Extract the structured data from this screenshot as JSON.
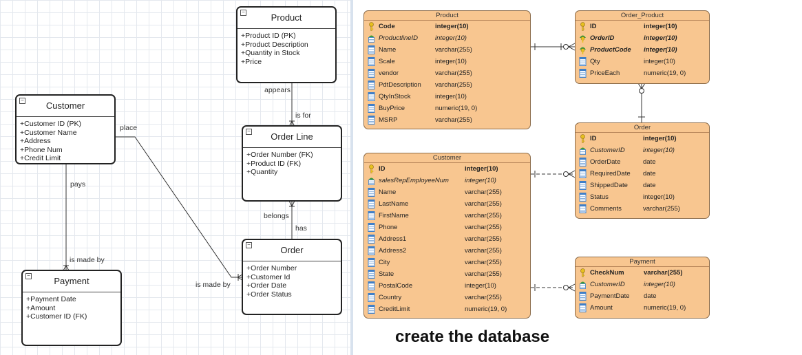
{
  "conceptual": {
    "entities": {
      "product": {
        "title": "Product",
        "attributes": [
          "+Product ID (PK)",
          "+Product Description",
          "+Quantity in Stock",
          "+Price"
        ]
      },
      "customer": {
        "title": "Customer",
        "attributes": [
          "+Customer ID (PK)",
          "+Customer Name",
          "+Address",
          "+Phone Num",
          "+Credit Limit"
        ]
      },
      "order_line": {
        "title": "Order Line",
        "attributes": [
          "+Order Number (FK)",
          "+Product ID (FK)",
          "+Quantity"
        ]
      },
      "order": {
        "title": "Order",
        "attributes": [
          "+Order Number",
          "+Customer Id",
          "+Order Date",
          "+Order Status"
        ]
      },
      "payment": {
        "title": "Payment",
        "attributes": [
          "+Payment Date",
          "+Amount",
          "+Customer ID (FK)"
        ]
      }
    },
    "labels": {
      "appears": "appears",
      "is_for": "is for",
      "place": "place",
      "pays": "pays",
      "belongs": "belongs",
      "has": "has",
      "is_made_by_payment": "is made by",
      "is_made_by_order": "is made by"
    }
  },
  "physical": {
    "entities": [
      {
        "key": "product",
        "title": "Product",
        "columns": [
          {
            "name": "Code",
            "type": "integer(10)",
            "kind": "pk"
          },
          {
            "name": "ProductlineID",
            "type": "integer(10)",
            "kind": "fk"
          },
          {
            "name": "Name",
            "type": "varchar(255)",
            "kind": "col"
          },
          {
            "name": "Scale",
            "type": "integer(10)",
            "kind": "col"
          },
          {
            "name": "vendor",
            "type": "varchar(255)",
            "kind": "col"
          },
          {
            "name": "PdtDescription",
            "type": "varchar(255)",
            "kind": "col"
          },
          {
            "name": "QtyInStock",
            "type": "integer(10)",
            "kind": "col"
          },
          {
            "name": "BuyPrice",
            "type": "numeric(19, 0)",
            "kind": "col"
          },
          {
            "name": "MSRP",
            "type": "varchar(255)",
            "kind": "col"
          }
        ]
      },
      {
        "key": "order_product",
        "title": "Order_Product",
        "columns": [
          {
            "name": "ID",
            "type": "integer(10)",
            "kind": "pk"
          },
          {
            "name": "OrderID",
            "type": "integer(10)",
            "kind": "pkfk"
          },
          {
            "name": "ProductCode",
            "type": "integer(10)",
            "kind": "pkfk"
          },
          {
            "name": "Qty",
            "type": "integer(10)",
            "kind": "col"
          },
          {
            "name": "PriceEach",
            "type": "numeric(19, 0)",
            "kind": "col"
          }
        ]
      },
      {
        "key": "order",
        "title": "Order",
        "columns": [
          {
            "name": "ID",
            "type": "integer(10)",
            "kind": "pk"
          },
          {
            "name": "CustomerID",
            "type": "integer(10)",
            "kind": "fk"
          },
          {
            "name": "OrderDate",
            "type": "date",
            "kind": "col"
          },
          {
            "name": "RequiredDate",
            "type": "date",
            "kind": "col"
          },
          {
            "name": "ShippedDate",
            "type": "date",
            "kind": "col"
          },
          {
            "name": "Status",
            "type": "integer(10)",
            "kind": "col"
          },
          {
            "name": "Comments",
            "type": "varchar(255)",
            "kind": "col"
          }
        ]
      },
      {
        "key": "customer",
        "title": "Customer",
        "columns": [
          {
            "name": "ID",
            "type": "integer(10)",
            "kind": "pk"
          },
          {
            "name": "salesRepEmployeeNum",
            "type": "integer(10)",
            "kind": "fk"
          },
          {
            "name": "Name",
            "type": "varchar(255)",
            "kind": "col"
          },
          {
            "name": "LastName",
            "type": "varchar(255)",
            "kind": "col"
          },
          {
            "name": "FirstName",
            "type": "varchar(255)",
            "kind": "col"
          },
          {
            "name": "Phone",
            "type": "varchar(255)",
            "kind": "col"
          },
          {
            "name": "Address1",
            "type": "varchar(255)",
            "kind": "col"
          },
          {
            "name": "Address2",
            "type": "varchar(255)",
            "kind": "col"
          },
          {
            "name": "City",
            "type": "varchar(255)",
            "kind": "col"
          },
          {
            "name": "State",
            "type": "varchar(255)",
            "kind": "col"
          },
          {
            "name": "PostalCode",
            "type": "integer(10)",
            "kind": "col"
          },
          {
            "name": "Country",
            "type": "varchar(255)",
            "kind": "col"
          },
          {
            "name": "CreditLimit",
            "type": "numeric(19, 0)",
            "kind": "col"
          }
        ]
      },
      {
        "key": "payment",
        "title": "Payment",
        "columns": [
          {
            "name": "CheckNum",
            "type": "varchar(255)",
            "kind": "pk"
          },
          {
            "name": "CustomerID",
            "type": "integer(10)",
            "kind": "fk"
          },
          {
            "name": "PaymentDate",
            "type": "date",
            "kind": "col"
          },
          {
            "name": "Amount",
            "type": "numeric(19, 0)",
            "kind": "col"
          }
        ]
      }
    ]
  },
  "caption": "create the database",
  "colors": {
    "entity_fill": "#f8c690",
    "entity_border": "#8a6a48",
    "key_icon": "#e8c020",
    "column_icon": "#3f7fc8",
    "fk_leaf": "#3a9a3a"
  },
  "icons": {
    "pk": "key-icon",
    "fk": "foreign-key-icon",
    "col": "column-icon"
  }
}
